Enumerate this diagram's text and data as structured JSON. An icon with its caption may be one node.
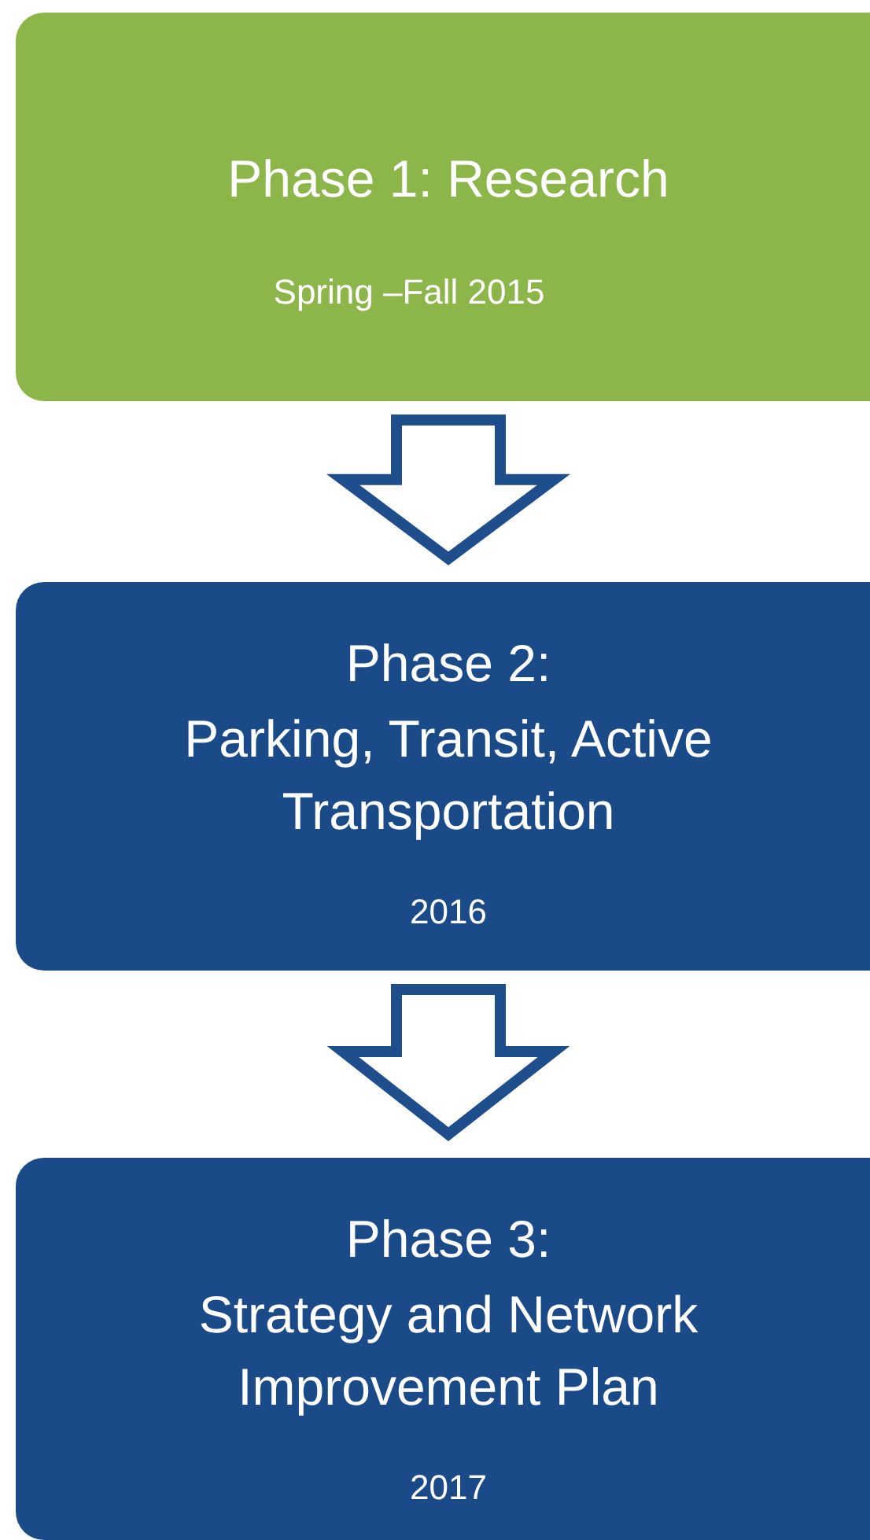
{
  "diagram": {
    "nodes": [
      {
        "text": [
          "Phase 1: Research",
          "Spring –Fall 2015"
        ]
      },
      {
        "text": [
          "Phase 2:",
          "Parking, Transit, Active Transportation",
          "2016"
        ]
      },
      {
        "text": [
          "Phase 3:",
          "Strategy and Network Improvement Plan",
          "2017"
        ]
      }
    ],
    "edges": [
      {
        "from": 0,
        "to": 1,
        "arrow": "to"
      },
      {
        "from": 1,
        "to": 2,
        "arrow": "to"
      }
    ]
  }
}
